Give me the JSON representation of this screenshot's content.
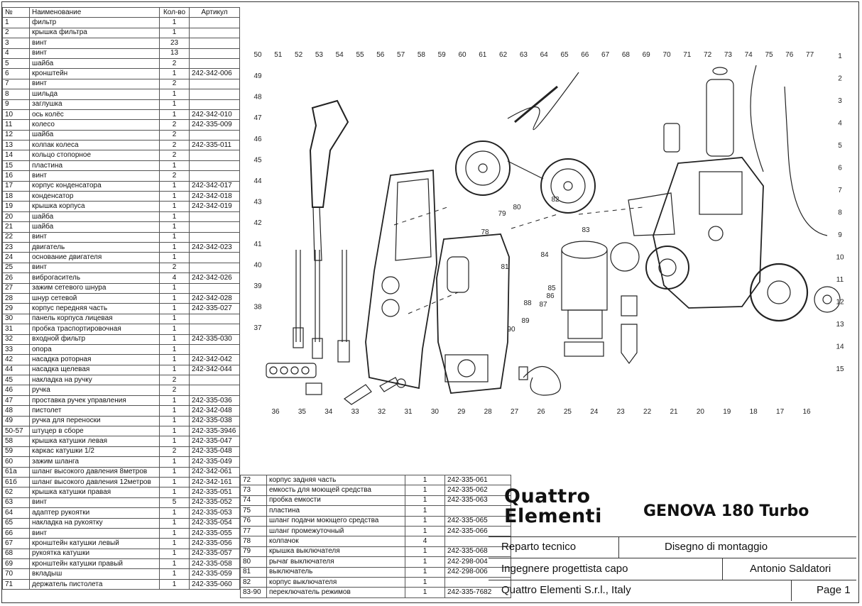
{
  "table_header": {
    "no": "№",
    "name": "Наименование",
    "qty": "Кол-во",
    "article": "Артикул"
  },
  "parts_left": [
    {
      "no": "1",
      "name": "фильтр",
      "qty": "1",
      "article": ""
    },
    {
      "no": "2",
      "name": "крышка фильтра",
      "qty": "1",
      "article": ""
    },
    {
      "no": "3",
      "name": "винт",
      "qty": "23",
      "article": ""
    },
    {
      "no": "4",
      "name": "винт",
      "qty": "13",
      "article": ""
    },
    {
      "no": "5",
      "name": "шайба",
      "qty": "2",
      "article": ""
    },
    {
      "no": "6",
      "name": "кронштейн",
      "qty": "1",
      "article": "242-342-006"
    },
    {
      "no": "7",
      "name": "винт",
      "qty": "2",
      "article": ""
    },
    {
      "no": "8",
      "name": "шильда",
      "qty": "1",
      "article": ""
    },
    {
      "no": "9",
      "name": "заглушка",
      "qty": "1",
      "article": ""
    },
    {
      "no": "10",
      "name": "ось колёс",
      "qty": "1",
      "article": "242-342-010"
    },
    {
      "no": "11",
      "name": "колесо",
      "qty": "2",
      "article": "242-335-009"
    },
    {
      "no": "12",
      "name": "шайба",
      "qty": "2",
      "article": ""
    },
    {
      "no": "13",
      "name": "колпак колеса",
      "qty": "2",
      "article": "242-335-011"
    },
    {
      "no": "14",
      "name": "кольцо стопорное",
      "qty": "2",
      "article": ""
    },
    {
      "no": "15",
      "name": "пластина",
      "qty": "1",
      "article": ""
    },
    {
      "no": "16",
      "name": "винт",
      "qty": "2",
      "article": ""
    },
    {
      "no": "17",
      "name": "корпус конденсатора",
      "qty": "1",
      "article": "242-342-017"
    },
    {
      "no": "18",
      "name": "конденсатор",
      "qty": "1",
      "article": "242-342-018"
    },
    {
      "no": "19",
      "name": "крышка корпуса",
      "qty": "1",
      "article": "242-342-019"
    },
    {
      "no": "20",
      "name": "шайба",
      "qty": "1",
      "article": ""
    },
    {
      "no": "21",
      "name": "шайба",
      "qty": "1",
      "article": ""
    },
    {
      "no": "22",
      "name": "винт",
      "qty": "1",
      "article": ""
    },
    {
      "no": "23",
      "name": "двигатель",
      "qty": "1",
      "article": "242-342-023"
    },
    {
      "no": "24",
      "name": "основание двигателя",
      "qty": "1",
      "article": ""
    },
    {
      "no": "25",
      "name": "винт",
      "qty": "2",
      "article": ""
    },
    {
      "no": "26",
      "name": "виброгаситель",
      "qty": "4",
      "article": "242-342-026"
    },
    {
      "no": "27",
      "name": "зажим сетевого шнура",
      "qty": "1",
      "article": ""
    },
    {
      "no": "28",
      "name": "шнур сетевой",
      "qty": "1",
      "article": "242-342-028"
    },
    {
      "no": "29",
      "name": "корпус  передняя  часть",
      "qty": "1",
      "article": "242-335-027"
    },
    {
      "no": "30",
      "name": "панель корпуса лицевая",
      "qty": "1",
      "article": ""
    },
    {
      "no": "31",
      "name": "пробка траспортировочная",
      "qty": "1",
      "article": ""
    },
    {
      "no": "32",
      "name": "входной фильтр",
      "qty": "1",
      "article": "242-335-030"
    },
    {
      "no": "33",
      "name": "опора",
      "qty": "1",
      "article": ""
    },
    {
      "no": "42",
      "name": "насадка роторная",
      "qty": "1",
      "article": "242-342-042"
    },
    {
      "no": "44",
      "name": "насадка щелевая",
      "qty": "1",
      "article": "242-342-044"
    },
    {
      "no": "45",
      "name": "накладка на ручку",
      "qty": "2",
      "article": ""
    },
    {
      "no": "46",
      "name": "ручка",
      "qty": "2",
      "article": ""
    },
    {
      "no": "47",
      "name": "проставка ручек управления",
      "qty": "1",
      "article": "242-335-036"
    },
    {
      "no": "48",
      "name": "пистолет",
      "qty": "1",
      "article": "242-342-048"
    },
    {
      "no": "49",
      "name": "ручка для переноски",
      "qty": "1",
      "article": "242-335-038"
    },
    {
      "no": "50-57",
      "name": "штуцер в сборе",
      "qty": "1",
      "article": "242-335-3946"
    },
    {
      "no": "58",
      "name": "крышка катушки левая",
      "qty": "1",
      "article": "242-335-047"
    },
    {
      "no": "59",
      "name": "каркас катушки 1/2",
      "qty": "2",
      "article": "242-335-048"
    },
    {
      "no": "60",
      "name": "зажим  шланга",
      "qty": "1",
      "article": "242-335-049"
    },
    {
      "no": "61а",
      "name": "шланг  высокого давления 8метров",
      "qty": "1",
      "article": "242-342-061"
    },
    {
      "no": "61б",
      "name": "шланг  высокого давления 12метров",
      "qty": "1",
      "article": "242-342-161"
    },
    {
      "no": "62",
      "name": "крышка катушки правая",
      "qty": "1",
      "article": "242-335-051"
    },
    {
      "no": "63",
      "name": "винт",
      "qty": "5",
      "article": "242-335-052"
    },
    {
      "no": "64",
      "name": "адаптер рукоятки",
      "qty": "1",
      "article": "242-335-053"
    },
    {
      "no": "65",
      "name": "накладка на рукоятку",
      "qty": "1",
      "article": "242-335-054"
    },
    {
      "no": "66",
      "name": "винт",
      "qty": "1",
      "article": "242-335-055"
    },
    {
      "no": "67",
      "name": "кронштейн катушки левый",
      "qty": "1",
      "article": "242-335-056"
    },
    {
      "no": "68",
      "name": "рукоятка катушки",
      "qty": "1",
      "article": "242-335-057"
    },
    {
      "no": "69",
      "name": "кронштейн катушки правый",
      "qty": "1",
      "article": "242-335-058"
    },
    {
      "no": "70",
      "name": "вкладыш",
      "qty": "1",
      "article": "242-335-059"
    },
    {
      "no": "71",
      "name": "держатель пистолета",
      "qty": "1",
      "article": "242-335-060"
    }
  ],
  "parts_right": [
    {
      "no": "72",
      "name": "корпус  задняя  часть",
      "qty": "1",
      "article": "242-335-061"
    },
    {
      "no": "73",
      "name": "емкость для моющей средства",
      "qty": "1",
      "article": "242-335-062"
    },
    {
      "no": "74",
      "name": "пробка емкости",
      "qty": "1",
      "article": "242-335-063"
    },
    {
      "no": "75",
      "name": "пластина",
      "qty": "1",
      "article": ""
    },
    {
      "no": "76",
      "name": "шланг подачи моющего средства",
      "qty": "1",
      "article": "242-335-065"
    },
    {
      "no": "77",
      "name": "шланг промежуточный",
      "qty": "1",
      "article": "242-335-066"
    },
    {
      "no": "78",
      "name": "колпачок",
      "qty": "4",
      "article": ""
    },
    {
      "no": "79",
      "name": "крышка выключателя",
      "qty": "1",
      "article": "242-335-068"
    },
    {
      "no": "80",
      "name": "рычаг выключателя",
      "qty": "1",
      "article": "242-298-004"
    },
    {
      "no": "81",
      "name": "выключатель",
      "qty": "1",
      "article": "242-298-006"
    },
    {
      "no": "82",
      "name": "корпус выключателя",
      "qty": "1",
      "article": ""
    },
    {
      "no": "83-90",
      "name": "переключатель режимов",
      "qty": "1",
      "article": "242-335-7682"
    }
  ],
  "callouts_top": [
    "50",
    "51",
    "52",
    "53",
    "54",
    "55",
    "56",
    "57",
    "58",
    "59",
    "60",
    "61",
    "62",
    "63",
    "64",
    "65",
    "66",
    "67",
    "68",
    "69",
    "70",
    "71",
    "72",
    "73",
    "74",
    "75",
    "76",
    "77"
  ],
  "callouts_bottom": [
    "36",
    "35",
    "34",
    "33",
    "32",
    "31",
    "30",
    "29",
    "28",
    "27",
    "26",
    "25",
    "24",
    "23",
    "22",
    "21",
    "20",
    "19",
    "18",
    "17",
    "16"
  ],
  "callouts_right": [
    "1",
    "2",
    "3",
    "4",
    "5",
    "6",
    "7",
    "8",
    "9",
    "10",
    "11",
    "12",
    "13",
    "14",
    "15"
  ],
  "callouts_left": [
    "49",
    "48",
    "47",
    "46",
    "45",
    "44",
    "43",
    "42",
    "41",
    "40",
    "39",
    "38",
    "37"
  ],
  "callouts_center": [
    "78",
    "79",
    "80",
    "81",
    "82",
    "83",
    "84",
    "85",
    "86",
    "87",
    "88",
    "89",
    "90"
  ],
  "title_block": {
    "brand_line1": "Quattro",
    "brand_line2": "Elementi",
    "model": "GENOVA 180 Turbo",
    "dept": "Reparto tecnico",
    "drawing_type": "Disegno di montaggio",
    "role": "Ingegnere progettista capo",
    "engineer": "Antonio Saldatori",
    "company": "Quattro Elementi S.r.l., Italy",
    "page": "Page 1"
  }
}
